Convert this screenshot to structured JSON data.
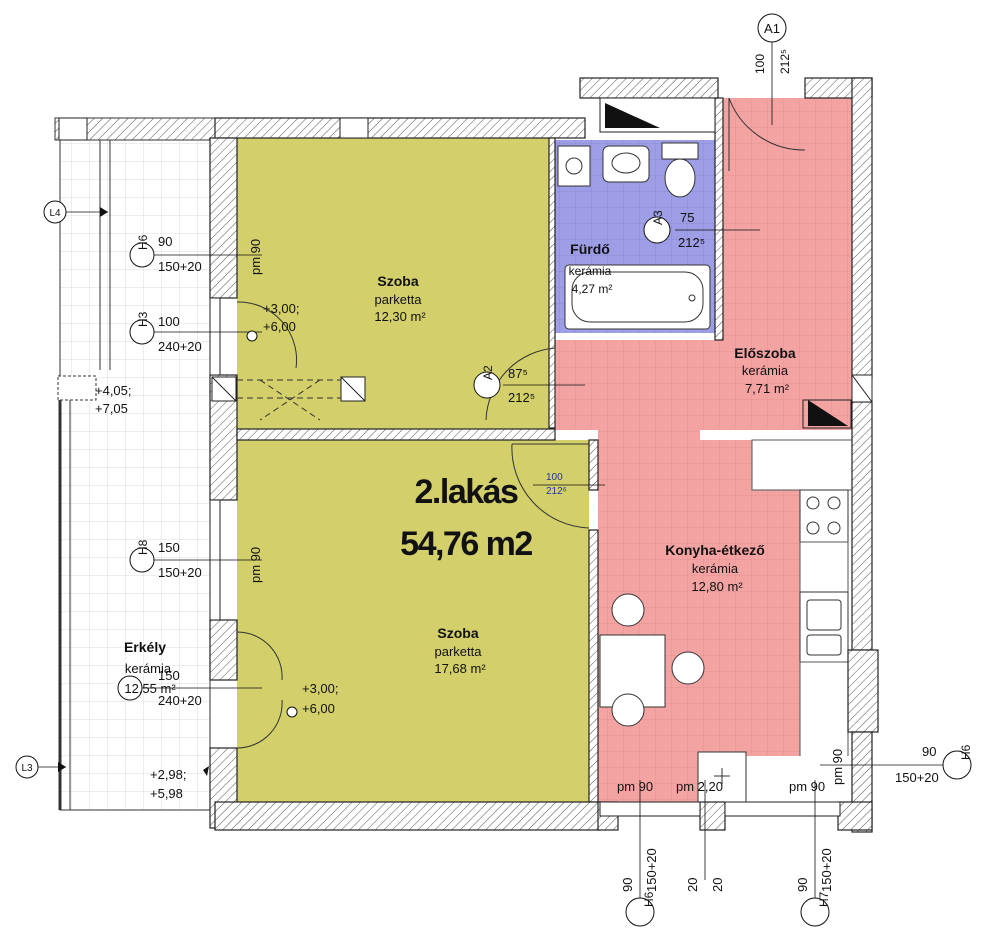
{
  "unit": {
    "name": "2.lakás",
    "area": "54,76 m2"
  },
  "rooms": {
    "room1": {
      "name": "Szoba",
      "floor": "parketta",
      "area": "12,30 m²"
    },
    "room2": {
      "name": "Szoba",
      "floor": "parketta",
      "area": "17,68 m²"
    },
    "bath": {
      "name": "Fürdő",
      "floor": "kerámia",
      "area": "4,27 m²"
    },
    "hall": {
      "name": "Előszoba",
      "floor": "kerámia",
      "area": "7,71 m²"
    },
    "kitchen": {
      "name": "Konyha-étkező",
      "floor": "kerámia",
      "area": "12,80 m²"
    },
    "balcony": {
      "name": "Erkély",
      "floor": "kerámia",
      "area": "12,55 m²"
    }
  },
  "markers": {
    "A1": "A1",
    "A2": "A2",
    "A3": "A3",
    "H3": "H3",
    "H6": "H6",
    "H7": "H7",
    "H8": "H8",
    "L3": "L3",
    "L4": "L4"
  },
  "dims": {
    "a1_w": "100",
    "a1_h": "212⁵",
    "a2_w": "87⁵",
    "a2_h": "212⁵",
    "a3_w": "75",
    "a3_h": "212⁵",
    "d100_w": "100",
    "d100_h": "212⁶",
    "h6top_w": "90",
    "h6top_h": "150+20",
    "h3_w": "100",
    "h3_h": "240+20",
    "h8_w": "150",
    "h8_h": "150+20",
    "h4_w": "150",
    "h4_h": "240+20",
    "h6right_w": "90",
    "h6right_h": "150+20",
    "bot_h6_w": "90",
    "bot_h6_h": "150+20",
    "bot_mid_a": "20",
    "bot_mid_b": "20",
    "bot_h7_w": "90",
    "bot_h7_h": "150+20"
  },
  "sills": {
    "pm1": "pm 90",
    "pm2": "pm 90",
    "pm3": "pm 90",
    "pm4": "pm 2,20",
    "pm5": "pm 90",
    "pm6": "pm 90"
  },
  "levels": {
    "lv1a": "+3,00;",
    "lv1b": "+6,00",
    "lv2a": "+4,05;",
    "lv2b": "+7,05",
    "lv3a": "+3,00;",
    "lv3b": "+6,00",
    "lv4a": "+2,98;",
    "lv4b": "+5,98"
  },
  "colors": {
    "room": "#d3cf6a",
    "bath": "#9e9ee6",
    "wet": "#f4a3a3",
    "balcony": "#ffffff",
    "wall": "#222222"
  }
}
